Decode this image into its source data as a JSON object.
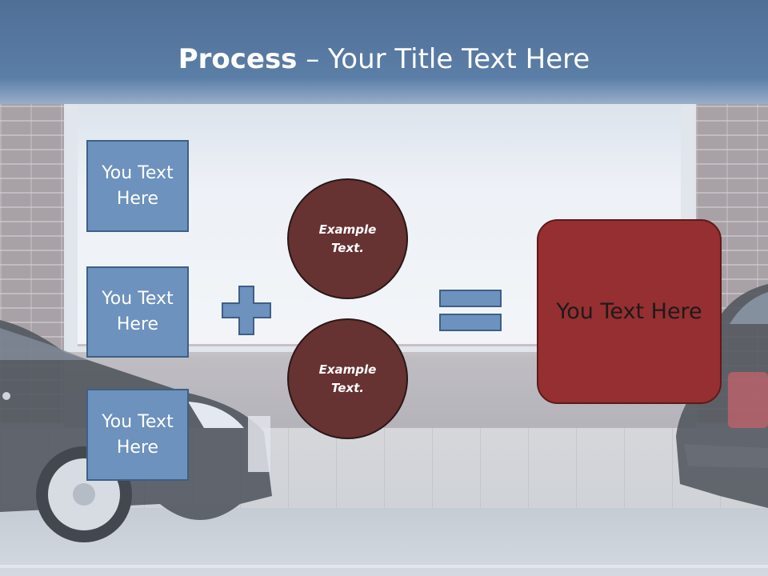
{
  "title": {
    "bold": "Process",
    "rest": " – Your Title Text Here"
  },
  "left_boxes": [
    {
      "label": "You Text\nHere"
    },
    {
      "label": "You Text\nHere"
    },
    {
      "label": "You Text\nHere"
    }
  ],
  "circles": [
    {
      "label": "Example\nText."
    },
    {
      "label": "Example\nText."
    }
  ],
  "result": {
    "label": "You Text Here"
  },
  "icons": {
    "plus": "plus-icon",
    "equals": "equals-icon"
  },
  "colors": {
    "title_bar": "#5b7ea7",
    "blue_box": "#6c92bd",
    "circle": "#673232",
    "result_box": "#952f31"
  }
}
